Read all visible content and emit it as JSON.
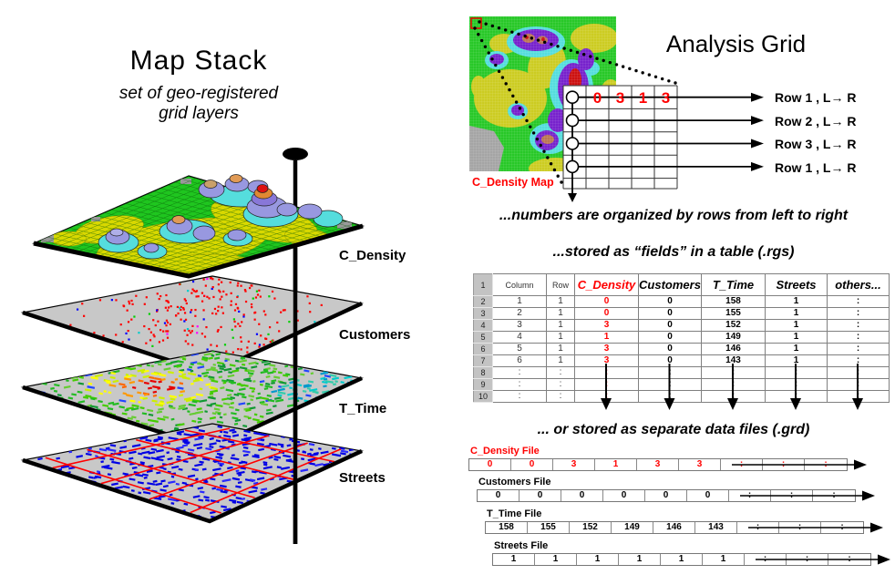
{
  "left": {
    "title": "Map Stack",
    "subtitle1": "set of geo-registered",
    "subtitle2": "grid layers",
    "layers": [
      {
        "label": "C_Density"
      },
      {
        "label": "Customers"
      },
      {
        "label": "T_Time"
      },
      {
        "label": "Streets"
      }
    ]
  },
  "right": {
    "title": "Analysis Grid",
    "map_label": "C_Density Map",
    "grid": {
      "row1_values": [
        "0",
        "3",
        "1",
        "3"
      ],
      "row_labels": [
        "Row 1 , L→ R",
        "Row 2 , L→ R",
        "Row 3 , L→ R",
        "Row 1 , L→ R"
      ]
    },
    "statements": {
      "rows": "...numbers are organized by rows from left to right",
      "table": "...stored as “fields” in a table (.rgs)",
      "files": "... or stored as separate data files (.grd)"
    },
    "table": {
      "row_numbers": [
        "1",
        "2",
        "3",
        "4",
        "5",
        "6",
        "7",
        "8",
        "9",
        "10"
      ],
      "headers": [
        "Column",
        "Row",
        "C_Density",
        "Customers",
        "T_Time",
        "Streets",
        "others..."
      ],
      "rows": [
        [
          "1",
          "1",
          "0",
          "0",
          "158",
          "1",
          ":"
        ],
        [
          "2",
          "1",
          "0",
          "0",
          "155",
          "1",
          ":"
        ],
        [
          "3",
          "1",
          "3",
          "0",
          "152",
          "1",
          ":"
        ],
        [
          "4",
          "1",
          "1",
          "0",
          "149",
          "1",
          ":"
        ],
        [
          "5",
          "1",
          "3",
          "0",
          "146",
          "1",
          ":"
        ],
        [
          "6",
          "1",
          "3",
          "0",
          "143",
          "1",
          ":"
        ],
        [
          ":",
          ":",
          ":",
          ":",
          ":",
          ":",
          ":"
        ],
        [
          ":",
          ":",
          ":",
          ":",
          ":",
          ":",
          ":"
        ],
        [
          ":",
          ":",
          ":",
          ":",
          ":",
          ":",
          ":"
        ]
      ]
    },
    "files": [
      {
        "label": "C_Density File",
        "values": [
          "0",
          "0",
          "3",
          "1",
          "3",
          "3",
          ":",
          ":",
          ":"
        ],
        "color": "#FF0000"
      },
      {
        "label": "Customers File",
        "values": [
          "0",
          "0",
          "0",
          "0",
          "0",
          "0",
          ":",
          ":",
          ":"
        ],
        "color": "#000000"
      },
      {
        "label": "T_Time File",
        "values": [
          "158",
          "155",
          "152",
          "149",
          "146",
          "143",
          ":",
          ":",
          ":"
        ],
        "color": "#000000"
      },
      {
        "label": "Streets File",
        "values": [
          "1",
          "1",
          "1",
          "1",
          "1",
          "1",
          ":",
          ":",
          ":"
        ],
        "color": "#000000"
      }
    ]
  },
  "colors": {
    "accent_red": "#FF0000"
  }
}
